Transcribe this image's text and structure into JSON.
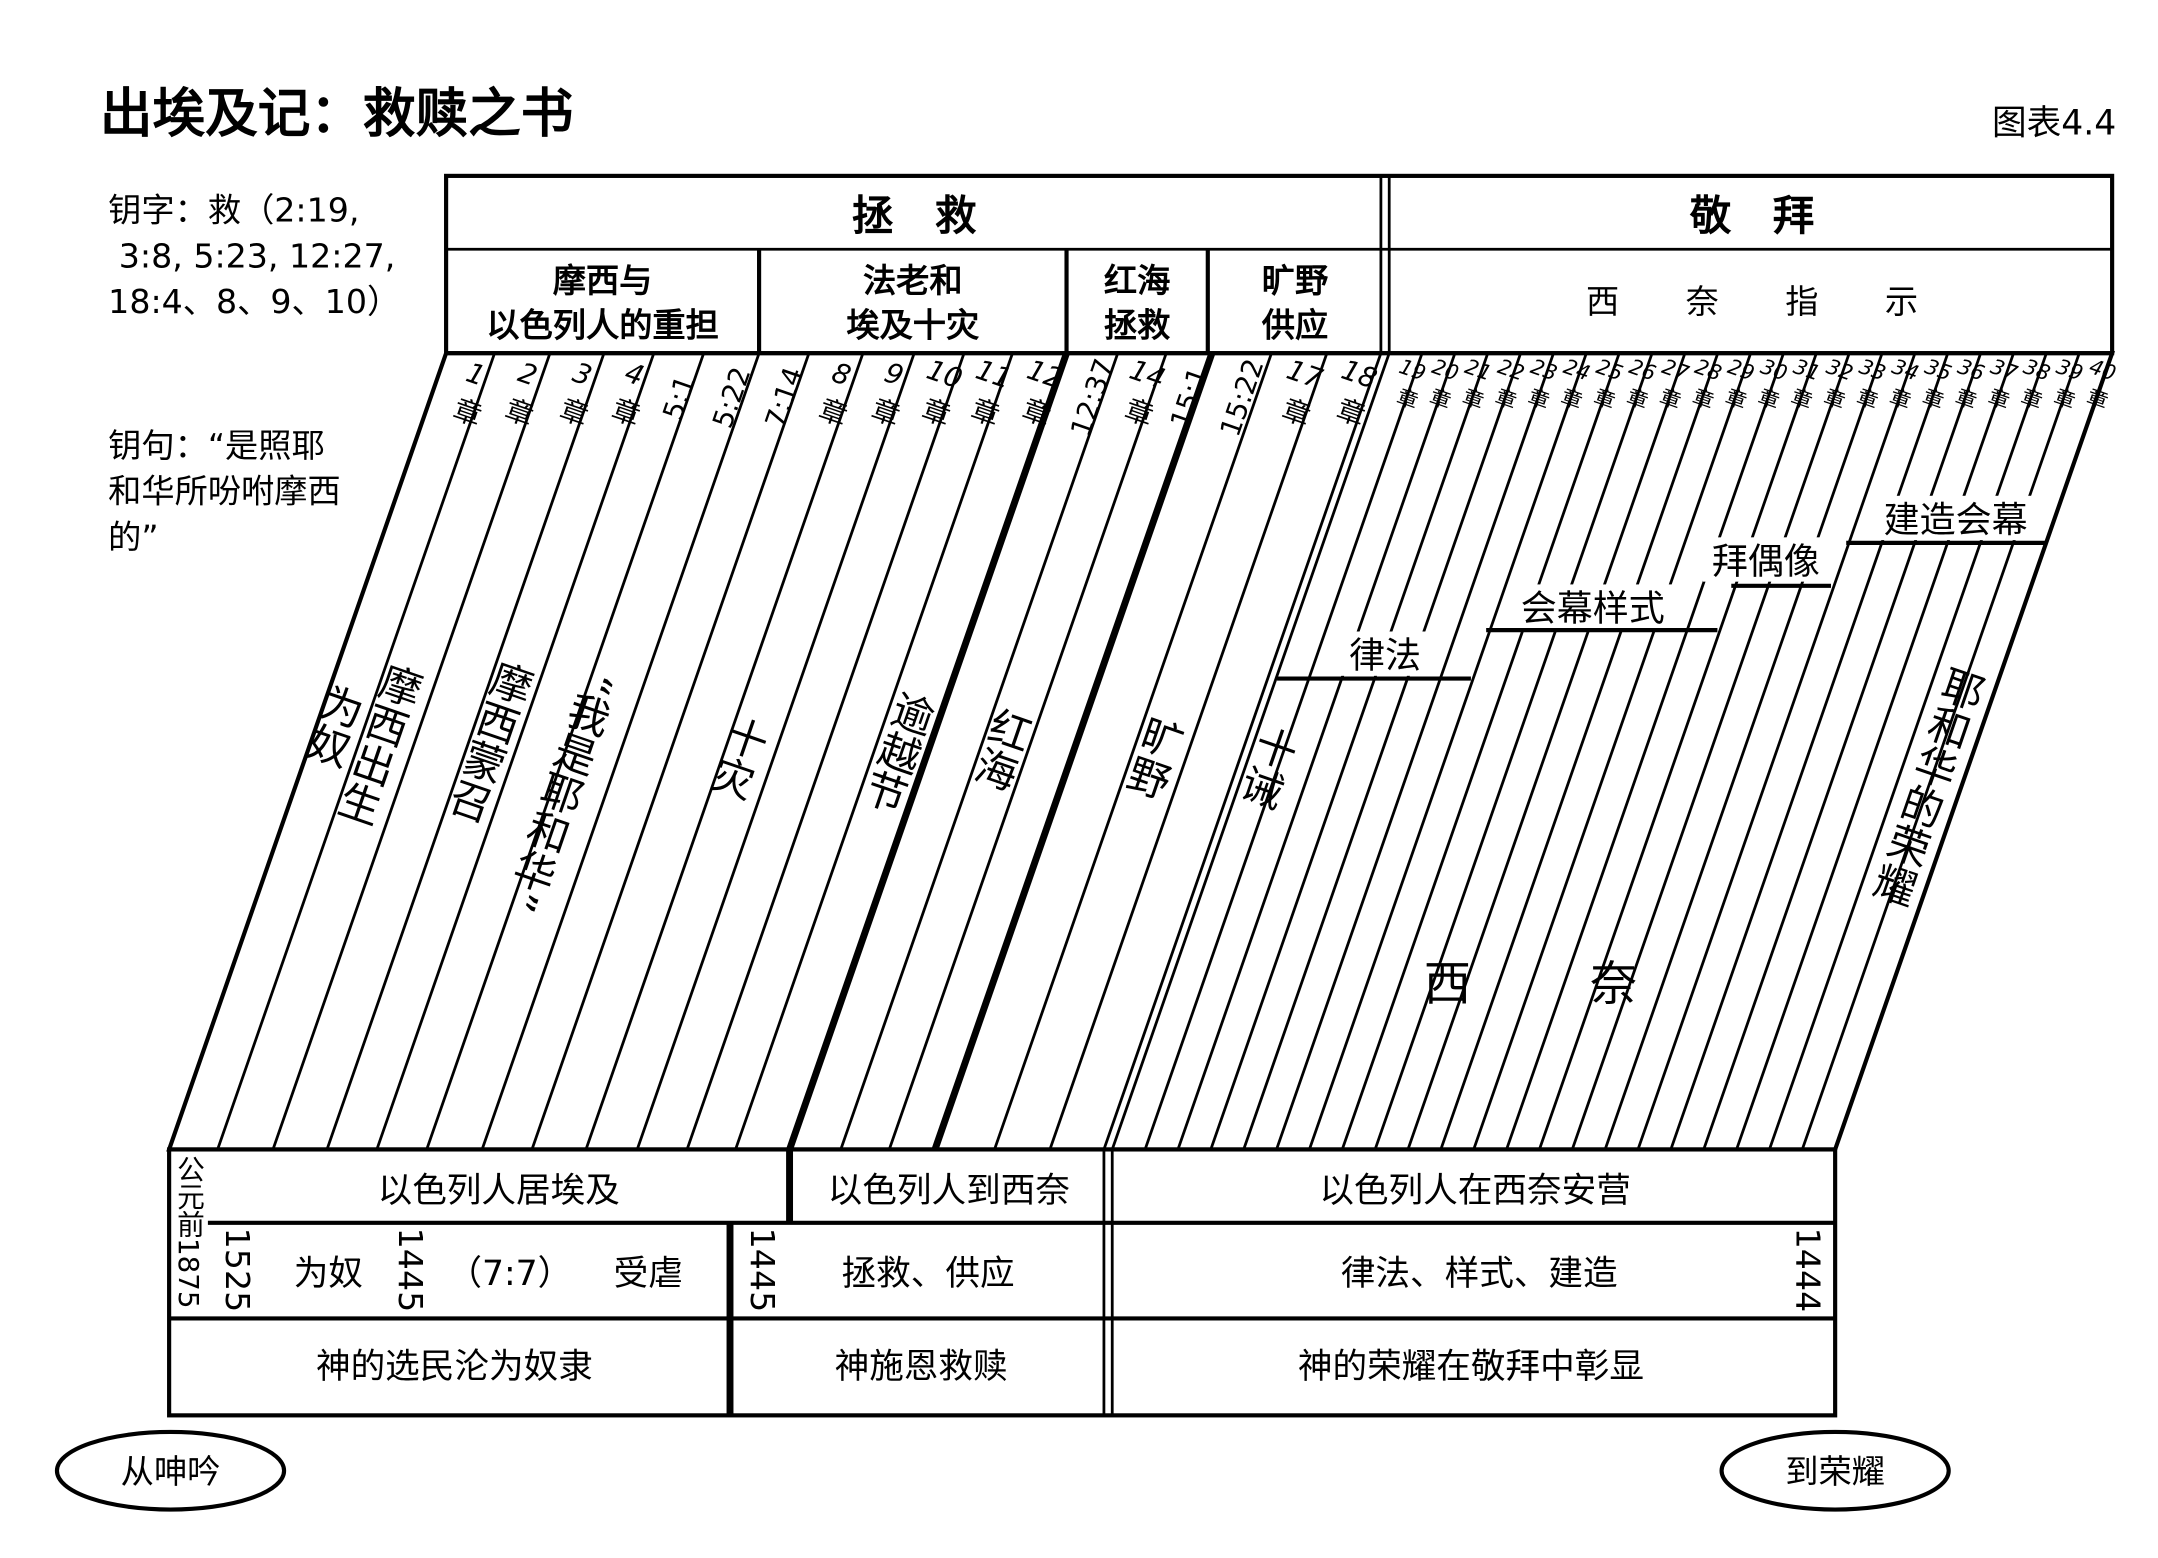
{
  "title": "出埃及记：救赎之书",
  "chart_id": "图表4.4",
  "key_word": [
    "钥字：救（2:19,",
    " 3:8, 5:23, 12:27,",
    "18:4、8、9、10）"
  ],
  "key_verse": [
    "钥句：“是照耶",
    "和华所吩咐摩西",
    "的”"
  ],
  "header": {
    "sections": [
      "拯　救",
      "敬　拜"
    ],
    "sub": [
      [
        "摩西与",
        "以色列人的重担"
      ],
      [
        "法老和",
        "埃及十灾"
      ],
      [
        "红海",
        "拯救"
      ],
      [
        "旷野",
        "供应"
      ],
      [
        "西　　奈　　指　　示"
      ]
    ]
  },
  "chapters": [
    {
      "t": "1",
      "ch": true
    },
    {
      "t": "2",
      "ch": true
    },
    {
      "t": "3",
      "ch": true
    },
    {
      "t": "4",
      "ch": true
    },
    {
      "t": "5:1",
      "ch": false
    },
    {
      "t": "5:22",
      "ch": false
    },
    {
      "t": "7:14",
      "ch": false
    },
    {
      "t": "8",
      "ch": true
    },
    {
      "t": "9",
      "ch": true
    },
    {
      "t": "10",
      "ch": true
    },
    {
      "t": "11",
      "ch": true
    },
    {
      "t": "12",
      "ch": true
    },
    {
      "t": "12:37",
      "ch": false
    },
    {
      "t": "14",
      "ch": true
    },
    {
      "t": "15:1",
      "ch": false
    },
    {
      "t": "15:22",
      "ch": false
    },
    {
      "t": "17",
      "ch": true
    },
    {
      "t": "18",
      "ch": true
    },
    {
      "t": "19",
      "ch": true
    },
    {
      "t": "20",
      "ch": true
    },
    {
      "t": "21",
      "ch": true
    },
    {
      "t": "22",
      "ch": true
    },
    {
      "t": "23",
      "ch": true
    },
    {
      "t": "24",
      "ch": true
    },
    {
      "t": "25",
      "ch": true
    },
    {
      "t": "26",
      "ch": true
    },
    {
      "t": "27",
      "ch": true
    },
    {
      "t": "28",
      "ch": true
    },
    {
      "t": "29",
      "ch": true
    },
    {
      "t": "30",
      "ch": true
    },
    {
      "t": "31",
      "ch": true
    },
    {
      "t": "32",
      "ch": true
    },
    {
      "t": "33",
      "ch": true
    },
    {
      "t": "34",
      "ch": true
    },
    {
      "t": "35",
      "ch": true
    },
    {
      "t": "36",
      "ch": true
    },
    {
      "t": "37",
      "ch": true
    },
    {
      "t": "38",
      "ch": true
    },
    {
      "t": "39",
      "ch": true
    },
    {
      "t": "40",
      "ch": true
    }
  ],
  "chapter_suffix": "章",
  "strip_labels": [
    "为奴",
    "摩西出生",
    "摩西蒙召",
    "“我是耶和华”",
    "十灾",
    "逾越节",
    "红海",
    "旷野",
    "十诫",
    "耶和华的荣耀"
  ],
  "sinai_labels": [
    "律法",
    "会幕样式",
    "拜偶像",
    "建造会幕"
  ],
  "sinai_big": [
    "西",
    "奈"
  ],
  "bottom": {
    "era": "公元前1875",
    "row1": [
      "以色列人居埃及",
      "以色列人到西奈",
      "以色列人在西奈安营"
    ],
    "row2": {
      "y1525": "1525",
      "slavery": "为奴",
      "y1445a": "1445",
      "ref": "（7:7）",
      "oppressed": "受虐",
      "y1445b": "1445",
      "deliver": "拯救、供应",
      "law": "律法、样式、建造",
      "y1444": "1444"
    },
    "row3": [
      "神的选民沦为奴隶",
      "神施恩救赎",
      "神的荣耀在敬拜中彰显"
    ]
  },
  "ends": [
    "从呻吟",
    "到荣耀"
  ]
}
